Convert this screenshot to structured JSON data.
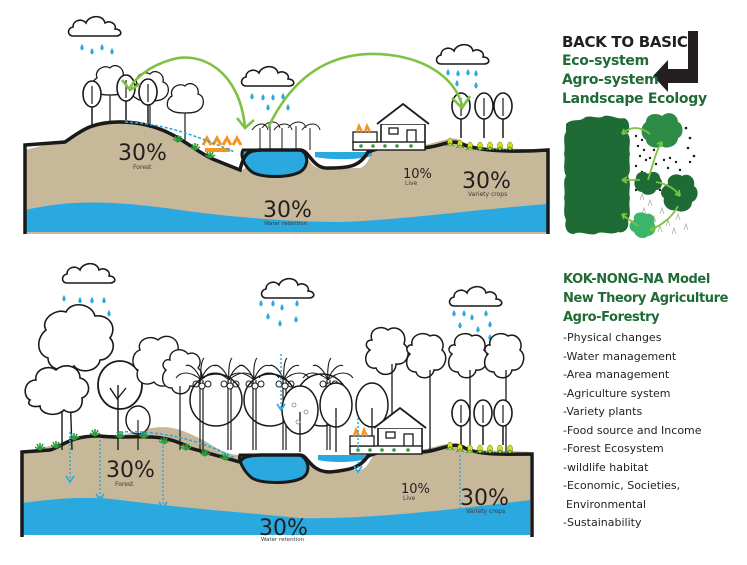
{
  "title": {
    "main": "BACK TO BASIC",
    "sub_items": [
      "Eco-system",
      "Agro-system",
      "Landscape Ecology"
    ]
  },
  "model": {
    "headings": [
      "KOK-NONG-NA Model",
      "New Theory Agriculture",
      "Agro-Forestry"
    ],
    "points": [
      "-Physical changes",
      "-Water management",
      "-Area management",
      "-Agriculture system",
      "-Variety plants",
      "-Food source and Income",
      "-Forest Ecosystem",
      "-wildlife habitat",
      "-Economic, Societies,",
      " Environmental",
      "-Sustainability"
    ]
  },
  "top_diagram": {
    "zones": [
      {
        "percent": "30%",
        "label": "Forest"
      },
      {
        "percent": "30%",
        "label": "Water retention"
      },
      {
        "percent": "10%",
        "label": "Live"
      },
      {
        "percent": "30%",
        "label": "Variety crops"
      }
    ]
  },
  "bottom_diagram": {
    "zones": [
      {
        "percent": "30%",
        "label": "Forest"
      },
      {
        "percent": "30%",
        "label": "Water retention"
      },
      {
        "percent": "10%",
        "label": "Live"
      },
      {
        "percent": "30%",
        "label": "Variety crops"
      }
    ]
  },
  "colors": {
    "soil": "#c8b89a",
    "water": "#29a9e0",
    "ground_line": "#1a1a1a",
    "arrow_green": "#7dc242",
    "dark_green": "#1f6b35",
    "mid_green": "#2e8b45",
    "light_green": "#3bb56a",
    "rain": "#29a9e0",
    "orange": "#f7941d",
    "yellow": "#d7df23"
  }
}
